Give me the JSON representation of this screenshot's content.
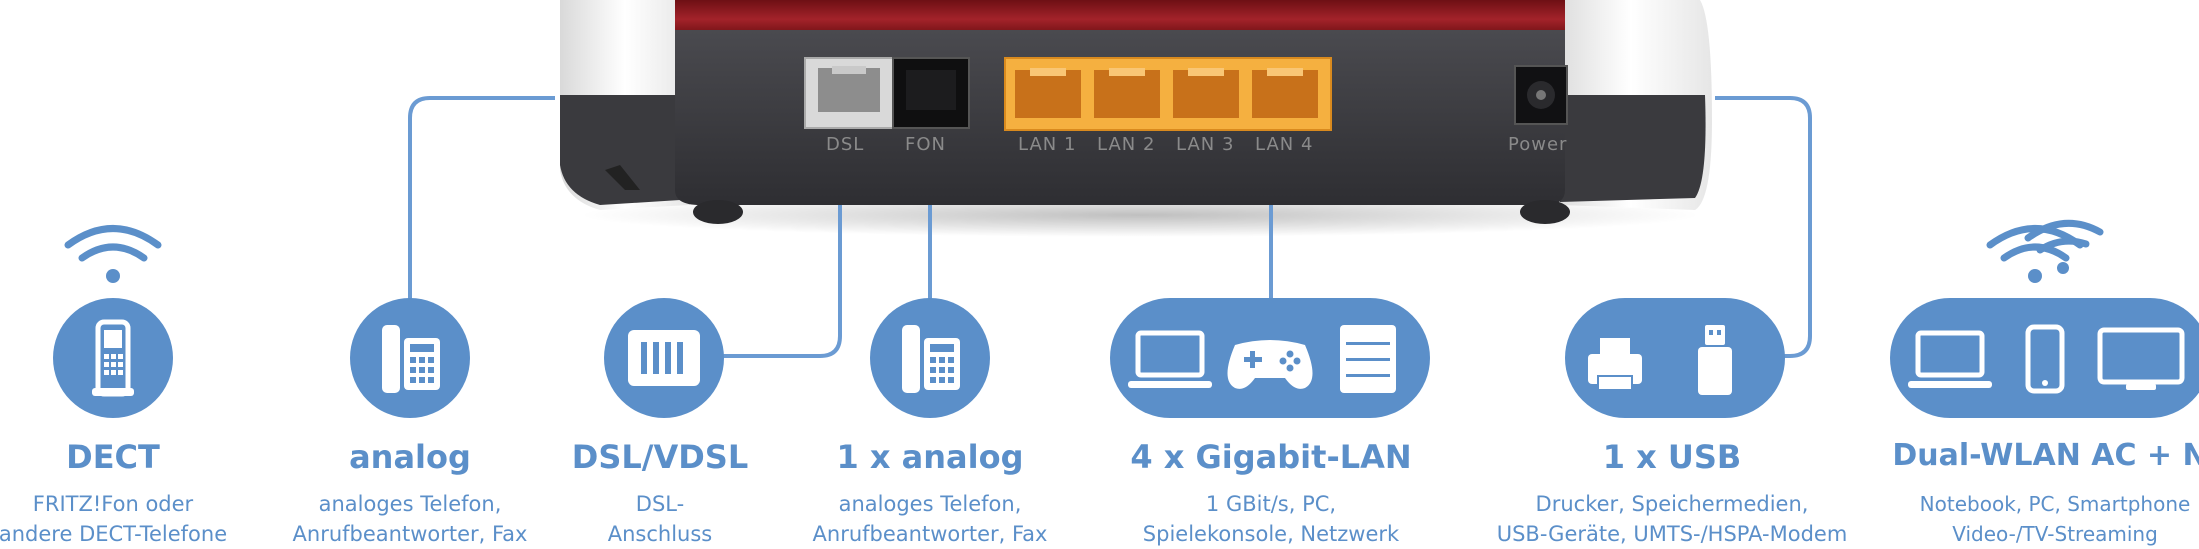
{
  "router": {
    "port_labels": [
      "DSL",
      "FON",
      "LAN 1",
      "LAN 2",
      "LAN 3",
      "LAN 4",
      "Power"
    ]
  },
  "features": [
    {
      "title": "DECT",
      "lines": [
        "FRITZ!Fon oder",
        "andere DECT-Telefone"
      ],
      "icons": [
        "dect-phone-icon"
      ]
    },
    {
      "title": "analog",
      "lines": [
        "analoges Telefon,",
        "Anrufbeantworter, Fax"
      ],
      "icons": [
        "desk-phone-icon"
      ]
    },
    {
      "title": "DSL/VDSL",
      "lines": [
        "DSL-",
        "Anschluss"
      ],
      "icons": [
        "dsl-socket-icon"
      ]
    },
    {
      "title": "1 x analog",
      "lines": [
        "analoges Telefon,",
        "Anrufbeantworter, Fax"
      ],
      "icons": [
        "desk-phone-icon"
      ]
    },
    {
      "title": "4 x Gigabit-LAN",
      "lines": [
        "1 GBit/s, PC,",
        "Spielekonsole, Netzwerk"
      ],
      "icons": [
        "laptop-icon",
        "gamepad-icon",
        "nas-icon"
      ]
    },
    {
      "title": "1 x USB",
      "lines": [
        "Drucker, Speichermedien,",
        "USB-Geräte, UMTS-/HSPA-Modem"
      ],
      "icons": [
        "printer-icon",
        "usb-stick-icon"
      ]
    },
    {
      "title": "Dual-WLAN AC + N",
      "lines": [
        "Notebook, PC, Smartphone",
        "Video-/TV-Streaming"
      ],
      "icons": [
        "laptop-icon",
        "smartphone-icon",
        "tv-icon"
      ]
    }
  ],
  "colors": {
    "accent_blue": "#5b8fc9",
    "router_red": "#9c1c22",
    "router_body": "#3d3d41",
    "lan_port": "#f0a23c"
  }
}
